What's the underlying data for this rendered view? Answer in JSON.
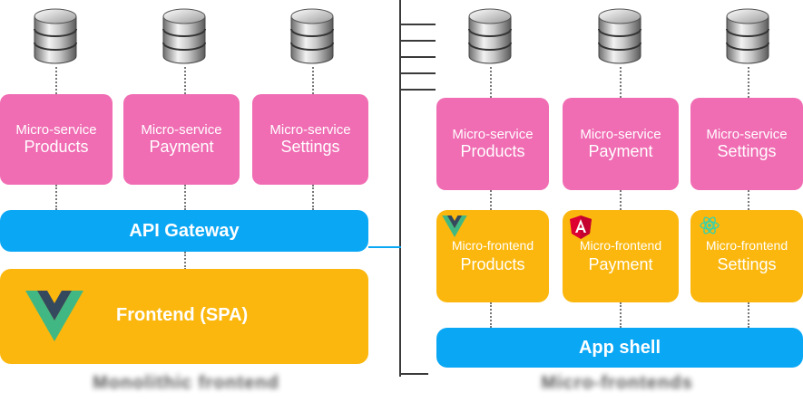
{
  "colors": {
    "microservice": "#f06cb3",
    "gateway": "#0aa7f5",
    "frontend": "#fbb70d",
    "vue_green": "#41b883",
    "vue_dark": "#35495e",
    "angular_red": "#dd0031",
    "react_teal": "#2fd3b4"
  },
  "left": {
    "databases": [
      {
        "icon": "database-icon"
      },
      {
        "icon": "database-icon"
      },
      {
        "icon": "database-icon"
      }
    ],
    "services": [
      {
        "line1": "Micro-service",
        "line2": "Products"
      },
      {
        "line1": "Micro-service",
        "line2": "Payment"
      },
      {
        "line1": "Micro-service",
        "line2": "Settings"
      }
    ],
    "gateway": "API Gateway",
    "frontend": "Frontend (SPA)",
    "frontend_logo": "vue-logo-icon",
    "caption": "Monolithic frontend"
  },
  "right": {
    "databases": [
      {
        "icon": "database-icon"
      },
      {
        "icon": "database-icon"
      },
      {
        "icon": "database-icon"
      }
    ],
    "services": [
      {
        "line1": "Micro-service",
        "line2": "Products"
      },
      {
        "line1": "Micro-service",
        "line2": "Payment"
      },
      {
        "line1": "Micro-service",
        "line2": "Settings"
      }
    ],
    "microfrontends": [
      {
        "line1": "Micro-frontend",
        "line2": "Products",
        "logo": "vue-logo-icon"
      },
      {
        "line1": "Micro-frontend",
        "line2": "Payment",
        "logo": "angular-logo-icon"
      },
      {
        "line1": "Micro-frontend",
        "line2": "Settings",
        "logo": "react-logo-icon"
      }
    ],
    "shell": "App shell",
    "caption": "Micro-frontends"
  }
}
